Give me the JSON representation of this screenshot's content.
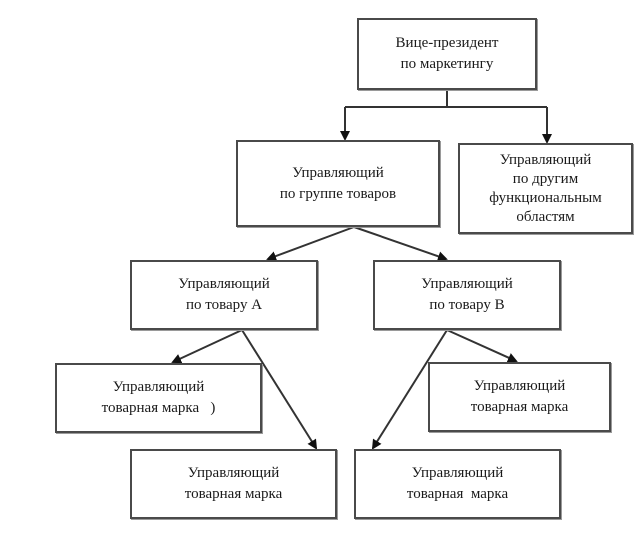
{
  "diagram": {
    "type": "org-chart",
    "nodes": {
      "vp": {
        "lines": [
          "Вице-президент",
          "по маркетингу"
        ]
      },
      "group": {
        "lines": [
          "Управляющий",
          "по группе товаров"
        ]
      },
      "other": {
        "lines": [
          "Управляющий",
          "по другим",
          "функциональным",
          "областям"
        ]
      },
      "prod_a": {
        "lines": [
          "Управляющий",
          "по товару А"
        ]
      },
      "prod_b": {
        "lines": [
          "Управляющий",
          "по товару В"
        ]
      },
      "brand_a1": {
        "lines": [
          "Управляющий",
          "товарная марка   )"
        ]
      },
      "brand_a2": {
        "lines": [
          "Управляющий",
          "товарная марка"
        ]
      },
      "brand_b1": {
        "lines": [
          "Управляющий",
          "товарная марка"
        ]
      },
      "brand_b2": {
        "lines": [
          "Управляющий",
          "товарная  марка"
        ]
      }
    },
    "edges": [
      [
        "vp",
        "group"
      ],
      [
        "vp",
        "other"
      ],
      [
        "group",
        "prod_a"
      ],
      [
        "group",
        "prod_b"
      ],
      [
        "prod_a",
        "brand_a1"
      ],
      [
        "prod_a",
        "brand_a2"
      ],
      [
        "prod_b",
        "brand_b1"
      ],
      [
        "prod_b",
        "brand_b2"
      ]
    ],
    "colors": {
      "line": "#333333",
      "border": "#4a4a4a",
      "background": "#ffffff"
    }
  }
}
